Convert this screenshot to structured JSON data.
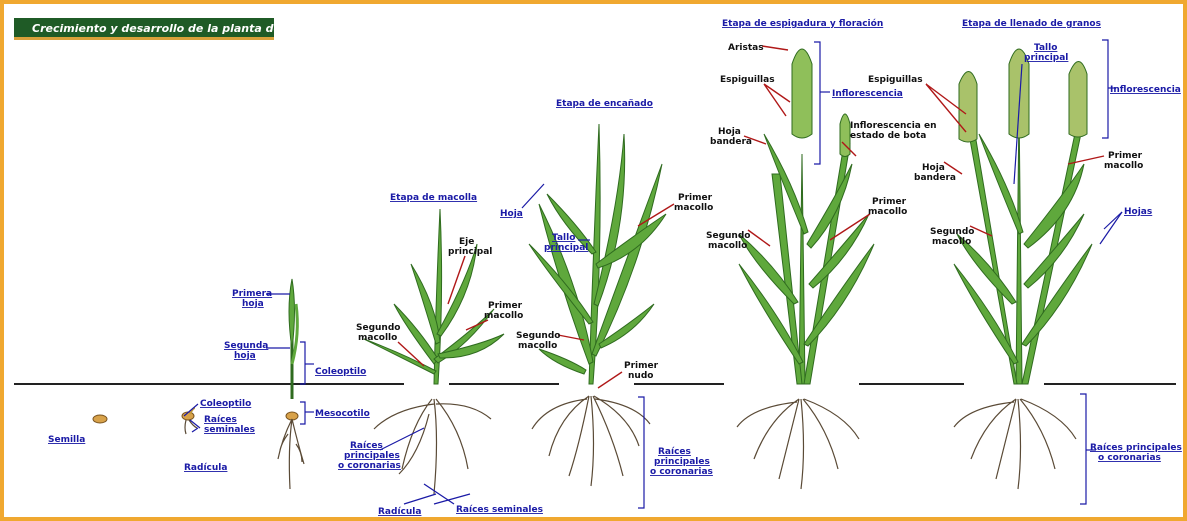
{
  "title": "Crecimiento y desarrollo de la planta de trigo",
  "colors": {
    "border": "#f0a830",
    "title_bg": "#1f5b26",
    "leaf": "#5fa83c",
    "leaf_dark": "#2f6b1f",
    "root": "#5a4a36",
    "blue_label": "#1a1aa6",
    "red_leader": "#b01818",
    "ground": "#222222"
  },
  "stages": {
    "macolla": "Etapa de macolla",
    "encanado": "Etapa de encañado",
    "espigadura": "Etapa de espigadura y floración",
    "llenado": "Etapa de llenado de granos"
  },
  "labels": {
    "semilla": "Semilla",
    "coleoptilo_seed": "Coleoptilo",
    "raices_seminales_seed_1": "Raíces",
    "raices_seminales_seed_2": "seminales",
    "radicula_seed": "Radícula",
    "primera_hoja_1": "Primera",
    "primera_hoja_2": "hoja",
    "segunda_hoja_1": "Segunda",
    "segunda_hoja_2": "hoja",
    "coleoptilo": "Coleoptilo",
    "mesocotilo": "Mesocotilo",
    "eje_principal_1": "Eje",
    "eje_principal_2": "principal",
    "segundo_macollo_m_1": "Segundo",
    "segundo_macollo_m_2": "macollo",
    "primer_macollo_m_1": "Primer",
    "primer_macollo_m_2": "macollo",
    "raices_principales_m_1": "Raíces",
    "raices_principales_m_2": "principales",
    "raices_principales_m_3": "o coronarias",
    "radicula_m": "Radícula",
    "raices_seminales_m": "Raíces seminales",
    "hoja_e": "Hoja",
    "tallo_principal_e_1": "Tallo",
    "tallo_principal_e_2": "principal",
    "primer_macollo_e_1": "Primer",
    "primer_macollo_e_2": "macollo",
    "segundo_macollo_e_1": "Segundo",
    "segundo_macollo_e_2": "macollo",
    "primer_nudo_1": "Primer",
    "primer_nudo_2": "nudo",
    "raices_principales_e_1": "Raíces",
    "raices_principales_e_2": "principales",
    "raices_principales_e_3": "o coronarias",
    "aristas": "Aristas",
    "espiguillas_f": "Espiguillas",
    "inflorescencia_f": "Inflorescencia",
    "hoja_bandera_f_1": "Hoja",
    "hoja_bandera_f_2": "bandera",
    "inflorescencia_bota_1": "Inflorescencia en",
    "inflorescencia_bota_2": "estado de bota",
    "primer_macollo_f_1": "Primer",
    "primer_macollo_f_2": "macollo",
    "segundo_macollo_f_1": "Segundo",
    "segundo_macollo_f_2": "macollo",
    "espiguillas_g": "Espiguillas",
    "tallo_principal_g_1": "Tallo",
    "tallo_principal_g_2": "principal",
    "inflorescencia_g": "Inflorescencia",
    "hoja_bandera_g_1": "Hoja",
    "hoja_bandera_g_2": "bandera",
    "primer_macollo_g_1": "Primer",
    "primer_macollo_g_2": "macollo",
    "segundo_macollo_g_1": "Segundo",
    "segundo_macollo_g_2": "macollo",
    "hojas_g": "Hojas",
    "raices_principales_g_1": "Raíces principales",
    "raices_principales_g_2": "o coronarias"
  }
}
